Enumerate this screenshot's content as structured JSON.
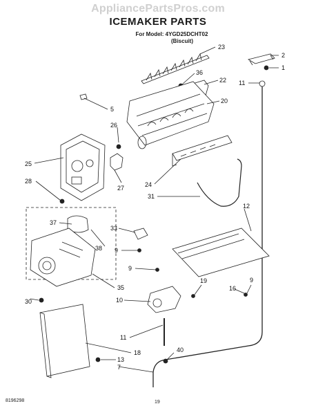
{
  "watermark": "AppliancePartsPros.com",
  "title": "ICEMAKER PARTS",
  "subtitle_model": "For Model: 4YGD25DCHT02",
  "subtitle_color": "(Biscuit)",
  "footer_code": "8196298",
  "footer_page": "19",
  "callouts": [
    "23",
    "2",
    "1",
    "36",
    "22",
    "11",
    "5",
    "20",
    "26",
    "25",
    "28",
    "27",
    "24",
    "31",
    "12",
    "37",
    "33",
    "38",
    "9",
    "9",
    "35",
    "30",
    "10",
    "19",
    "16",
    "9",
    "11",
    "40",
    "18",
    "13",
    "7"
  ]
}
